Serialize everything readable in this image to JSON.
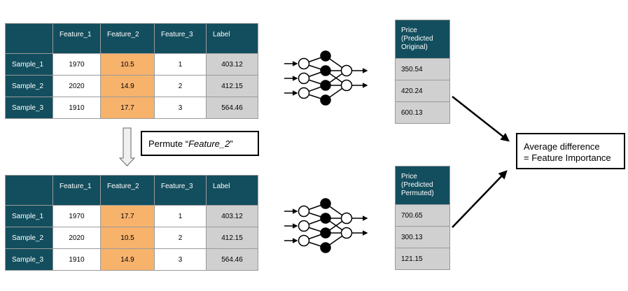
{
  "tables": [
    {
      "headers": [
        "",
        "Feature_1",
        "Feature_2",
        "Feature_3",
        "Label"
      ],
      "rows": [
        {
          "name": "Sample_1",
          "cells": [
            "1970",
            "10.5",
            "1",
            "403.12"
          ]
        },
        {
          "name": "Sample_2",
          "cells": [
            "2020",
            "14.9",
            "2",
            "412.15"
          ]
        },
        {
          "name": "Sample_3",
          "cells": [
            "1910",
            "17.7",
            "3",
            "564.46"
          ]
        }
      ]
    },
    {
      "headers": [
        "",
        "Feature_1",
        "Feature_2",
        "Feature_3",
        "Label"
      ],
      "rows": [
        {
          "name": "Sample_1",
          "cells": [
            "1970",
            "17.7",
            "1",
            "403.12"
          ]
        },
        {
          "name": "Sample_2",
          "cells": [
            "2020",
            "10.5",
            "2",
            "412.15"
          ]
        },
        {
          "name": "Sample_3",
          "cells": [
            "1910",
            "14.9",
            "3",
            "564.46"
          ]
        }
      ]
    }
  ],
  "permute_label": {
    "prefix": "Permute “",
    "feature": "Feature_2",
    "suffix": "”"
  },
  "predictions": [
    {
      "header": "Price\n(Predicted\nOriginal)",
      "values": [
        "350.54",
        "420.24",
        "600.13"
      ]
    },
    {
      "header": "Price\n(Predicted\nPermuted)",
      "values": [
        "700.65",
        "300.13",
        "121.15"
      ]
    }
  ],
  "result": {
    "line1": "Average difference",
    "line2": "= Feature Importance"
  },
  "colors": {
    "header_bg": "#134e5e",
    "permuted_column": "#f7b26c",
    "label_column": "#d0d0d0"
  }
}
